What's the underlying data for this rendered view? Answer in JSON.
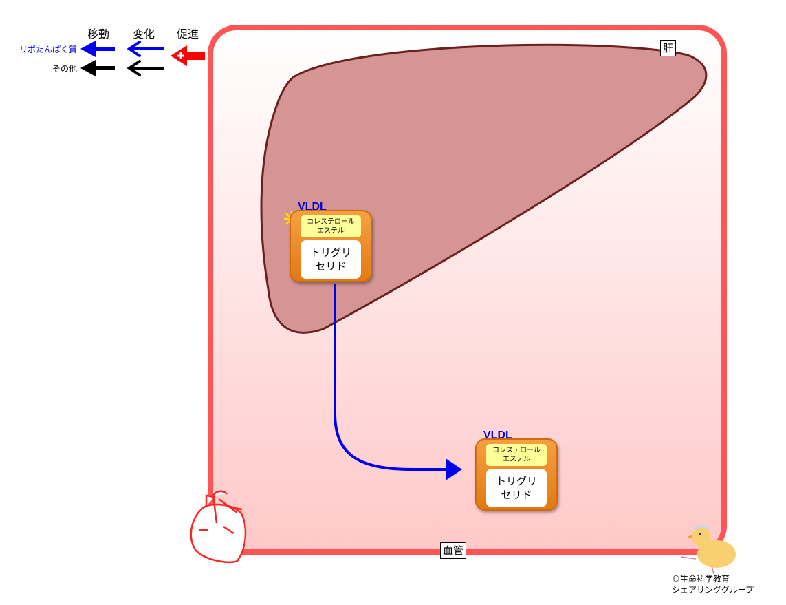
{
  "legend": {
    "headers": {
      "move": "移動",
      "change": "変化",
      "promote": "促進"
    },
    "rows": [
      {
        "label": "リポたんぱく質",
        "color": "#0000ee"
      },
      {
        "label": "その他",
        "color": "#000000"
      }
    ],
    "promote_color": "#ff0000"
  },
  "regions": {
    "liver": "肝",
    "blood_vessel": "血管"
  },
  "particles": [
    {
      "name": "VLDL",
      "core_top": "コレステロール\nエステル",
      "core_bottom": "トリグリ\nセリド"
    },
    {
      "name": "VLDL",
      "core_top": "コレステロール\nエステル",
      "core_bottom": "トリグリ\nセリド"
    }
  ],
  "credit": {
    "line1": "©生命科学教育",
    "line2": "シェアリンググループ"
  },
  "colors": {
    "vessel": "#ff5555",
    "liver_fill": "#d69595",
    "liver_stroke": "#6b2020",
    "arrow": "#0000ee"
  }
}
